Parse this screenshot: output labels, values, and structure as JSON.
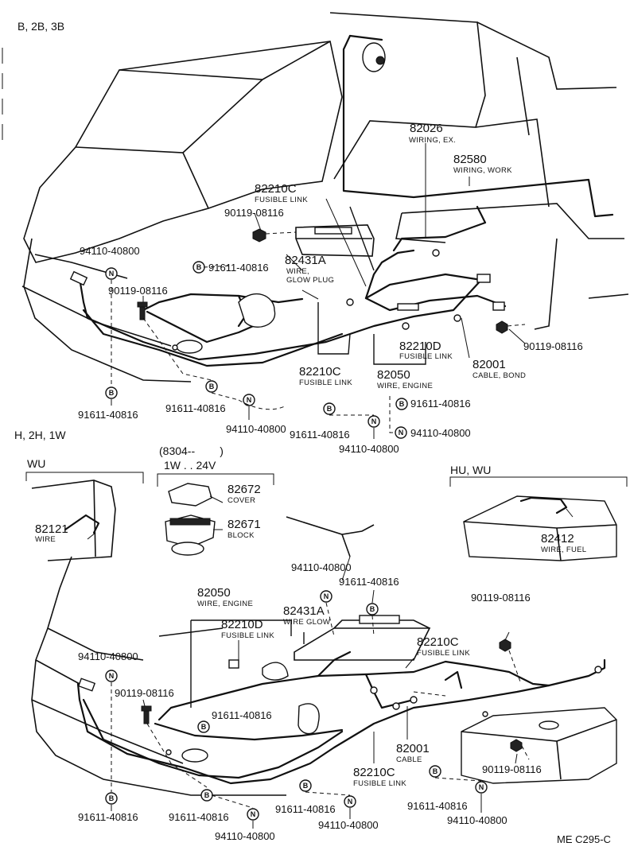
{
  "sections": {
    "top": "B, 2B, 3B",
    "bottom": "H, 2H, 1W",
    "wu": "WU",
    "period": "(8304--        )",
    "period_sub": "1W . . 24V",
    "hu_wu": "HU, WU"
  },
  "top_labels": [
    {
      "pn": "82026",
      "desc": "WIRING, EX."
    },
    {
      "pn": "82580",
      "desc": "WIRING, WORK"
    },
    {
      "pn": "82210C",
      "desc": "FUSIBLE LINK"
    },
    {
      "pn": "90119-08116",
      "desc": ""
    },
    {
      "pn": "94110-40800",
      "desc": ""
    },
    {
      "pn": "91611-40816",
      "desc": ""
    },
    {
      "pn": "82431A",
      "desc": "WIRE,"
    },
    {
      "pn": "",
      "desc": "GLOW PLUG"
    },
    {
      "pn": "90119-08116",
      "desc": ""
    },
    {
      "pn": "90119-08116",
      "desc": ""
    },
    {
      "pn": "82210D",
      "desc": "FUSIBLE LINK"
    },
    {
      "pn": "82001",
      "desc": "CABLE, BOND"
    },
    {
      "pn": "82210C",
      "desc": "FUSIBLE LINK"
    },
    {
      "pn": "82050",
      "desc": "WIRE, ENGINE"
    },
    {
      "pn": "91611-40816",
      "desc": ""
    },
    {
      "pn": "91611-40816",
      "desc": ""
    },
    {
      "pn": "94110-40800",
      "desc": ""
    },
    {
      "pn": "91611-40816",
      "desc": ""
    },
    {
      "pn": "94110-40800",
      "desc": ""
    },
    {
      "pn": "91611-40816",
      "desc": ""
    },
    {
      "pn": "94110-40800",
      "desc": ""
    }
  ],
  "bottom_labels": [
    {
      "pn": "82121",
      "desc": "WIRE"
    },
    {
      "pn": "82672",
      "desc": "COVER"
    },
    {
      "pn": "82671",
      "desc": "BLOCK"
    },
    {
      "pn": "82412",
      "desc": "WIRE, FUEL"
    },
    {
      "pn": "94110-40800",
      "desc": ""
    },
    {
      "pn": "91611-40816",
      "desc": ""
    },
    {
      "pn": "82050",
      "desc": "WIRE, ENGINE"
    },
    {
      "pn": "82431A",
      "desc": "WIRE  GLOW"
    },
    {
      "pn": "82210D",
      "desc": "FUSIBLE LINK"
    },
    {
      "pn": "82210C",
      "desc": "FUSIBLE LINK"
    },
    {
      "pn": "90119-08116",
      "desc": ""
    },
    {
      "pn": "94110-40800",
      "desc": ""
    },
    {
      "pn": "90119-08116",
      "desc": ""
    },
    {
      "pn": "91611-40816",
      "desc": ""
    },
    {
      "pn": "82001",
      "desc": "CABLE"
    },
    {
      "pn": "82210C",
      "desc": "FUSIBLE LINK"
    },
    {
      "pn": "90119-08116",
      "desc": ""
    },
    {
      "pn": "91611-40816",
      "desc": ""
    },
    {
      "pn": "91611-40816",
      "desc": ""
    },
    {
      "pn": "91611-40816",
      "desc": ""
    },
    {
      "pn": "94110-40800",
      "desc": ""
    },
    {
      "pn": "94110-40800",
      "desc": ""
    },
    {
      "pn": "91611-40816",
      "desc": ""
    },
    {
      "pn": "94110-40800",
      "desc": ""
    }
  ],
  "symbols": {
    "bolt": "B",
    "nut": "N"
  },
  "footer": {
    "code": "ME C295-C"
  }
}
